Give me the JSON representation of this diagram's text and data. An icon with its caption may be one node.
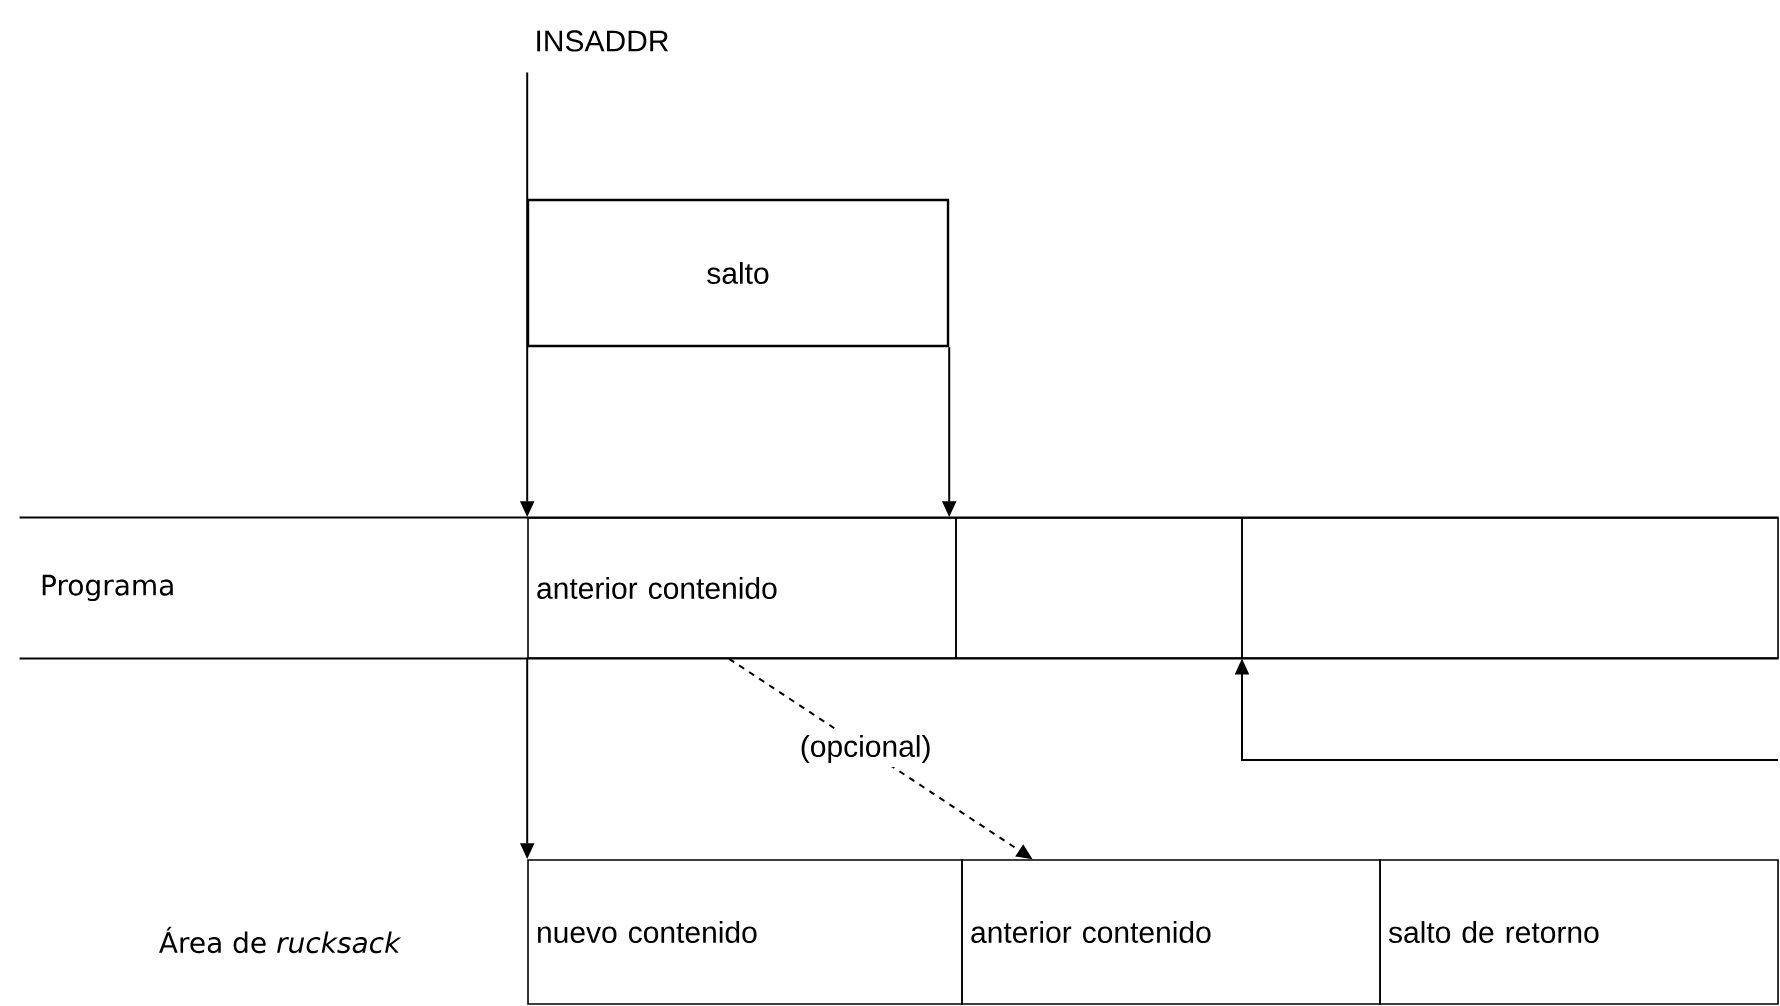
{
  "diagram": {
    "nodes": [
      {
        "text": [
          "INSADDR"
        ]
      },
      {
        "text": [
          "salto"
        ]
      },
      {
        "text": [
          "Programa"
        ]
      },
      {
        "text": [
          "anterior contenido"
        ],
        "in": 2
      },
      {
        "text": [],
        "shape": "box",
        "in": 2
      },
      {
        "text": [],
        "shape": "box",
        "in": 2
      },
      {
        "text": [
          "nuevo contenido"
        ]
      },
      {
        "text": [
          "anterior contenido"
        ]
      },
      {
        "text": [
          "salto de retorno"
        ]
      }
    ],
    "edges": [
      {
        "from": 0,
        "to": 3,
        "arrow": "to"
      },
      {
        "from": 1,
        "to": 3,
        "arrow": "to"
      },
      {
        "from": 3,
        "to": 6,
        "arrow": "to"
      },
      {
        "from": 3,
        "to": 7,
        "arrow": "to",
        "label": "(opcional)",
        "style": "dashed"
      },
      {
        "from": null,
        "to": 2,
        "arrow": "to"
      }
    ],
    "labels": [
      "Área de *rucksack*"
    ]
  }
}
